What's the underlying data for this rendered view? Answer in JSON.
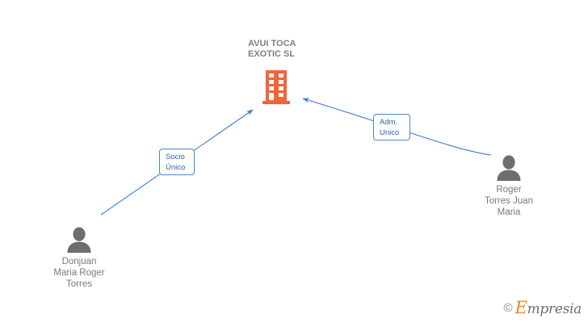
{
  "diagram": {
    "type": "corporate-relations",
    "background_color": "#ffffff",
    "company": {
      "name": "AVUI TOCA\nEXOTIC SL",
      "icon": "building-icon",
      "color": "#f4633a",
      "text_color": "#808080"
    },
    "persons": [
      {
        "id": "person-left",
        "name": "Donjuan\nMaria Roger\nTorres",
        "icon": "person-icon",
        "color": "#6e6e6e"
      },
      {
        "id": "person-right",
        "name": "Roger\nTorres Juan\nMaria",
        "icon": "person-icon",
        "color": "#6e6e6e"
      }
    ],
    "relations": [
      {
        "id": "rel-socio",
        "label": "Socio\nÚnico",
        "from": "person-left",
        "to": "company",
        "color": "#3a7bd5"
      },
      {
        "id": "rel-adm",
        "label": "Adm.\nUnico",
        "from": "person-right",
        "to": "company",
        "color": "#3a7bd5"
      }
    ],
    "edge_color": "#3a7bd5"
  },
  "watermark": {
    "copyright": "©",
    "brand_initial": "E",
    "brand_rest": "mpresia",
    "accent_color": "#f58220"
  }
}
